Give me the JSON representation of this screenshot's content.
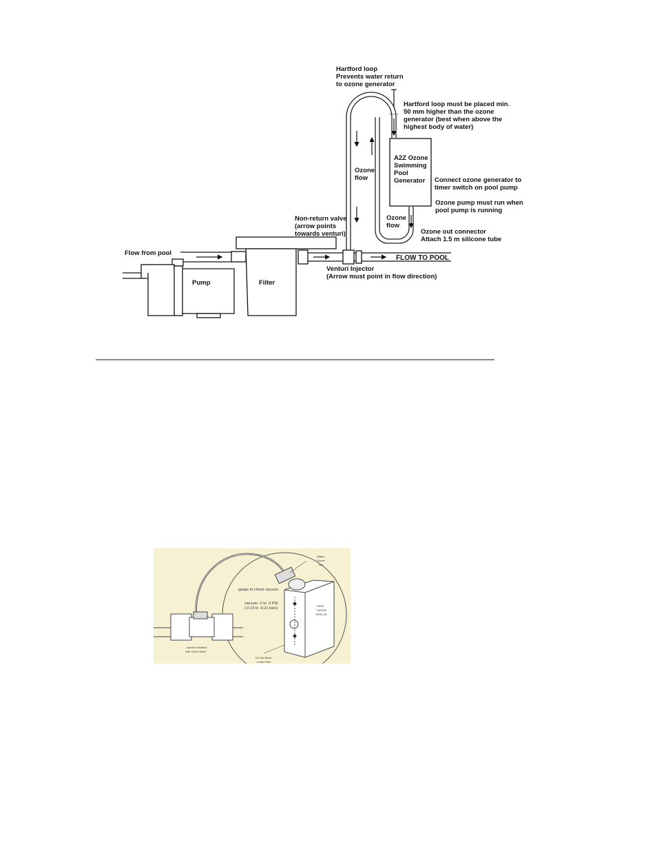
{
  "diagram1": {
    "hartford_label": [
      "Hartford loop",
      "Prevents water return",
      "to ozone generator"
    ],
    "height_note": [
      "Hartford loop must be placed min.",
      "50 mm higher than the ozone",
      "generator (best when above the",
      "highest body of water)"
    ],
    "dim_label": "50 mm",
    "generator_label": [
      "A2Z Ozone",
      "Swimming",
      "Pool",
      "Generator"
    ],
    "timer_note": [
      "Connect ozone generator to",
      "timer switch on pool pump"
    ],
    "run_note": [
      "Ozone pump must run when",
      "pool pump is running"
    ],
    "ozone_out_note": [
      "Ozone out connector",
      "Attach 1.5 m silicone tube"
    ],
    "ozone_flow_left": [
      "Ozone",
      "flow"
    ],
    "ozone_flow_right": [
      "Ozone",
      "flow"
    ],
    "non_return_note": [
      "Non-return valve",
      "(arrow points",
      "towards venturi)"
    ],
    "flow_from_pool": "Flow from pool",
    "pump_label": "Pump",
    "filter_label": "Filter",
    "flow_to_pool": "FLOW TO POOL",
    "venturi_note": [
      "Venturi Injector",
      "(Arrow must point in flow direction)"
    ]
  },
  "diagram2": {
    "attach_label": [
      "Attach",
      "Ozone",
      "line"
    ],
    "gauge_note": "gauge to check vacuum",
    "vacuum_note": [
      "vacuum -2 to -3 PSI",
      "(-0.14 to -0.21 bars)"
    ],
    "keep_label": [
      "KEEP",
      "GAUGE",
      "VERICAL"
    ],
    "manifold_label": [
      "Injector Manifold",
      "with Check Valve"
    ],
    "lower_hole_label": [
      "Do Not Block",
      "Lower Hole"
    ],
    "background_color": "#f7f1d3"
  }
}
